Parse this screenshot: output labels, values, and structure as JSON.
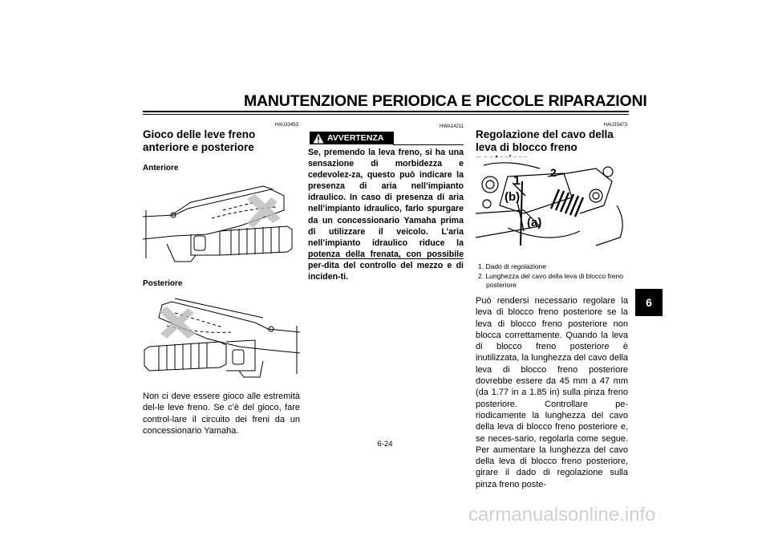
{
  "header": {
    "title": "MANUTENZIONE PERIODICA E PICCOLE RIPARAZIONI"
  },
  "left": {
    "code": "HAU33453",
    "heading": "Gioco delle leve freno anteriore e posteriore",
    "front_label": "Anteriore",
    "rear_label": "Posteriore",
    "body": "Non ci deve essere gioco alle estremità del-le leve freno. Se c’è del gioco, fare control-lare il circuito dei freni da un concessionario Yamaha."
  },
  "middle": {
    "code": "HWA14211",
    "warning_label": "AVVERTENZA",
    "warning_text": "Se, premendo la leva freno, si ha una sensazione di morbidezza e cedevolez-za, questo può indicare la presenza di aria nell’impianto idraulico. In caso di presenza di aria nell’impianto idraulico, farlo spurgare da un concessionario Yamaha prima di utilizzare il veicolo. L’aria nell’impianto idraulico riduce la potenza della frenata, con possibile per-dita del controllo del mezzo e di inciden-ti."
  },
  "right": {
    "code": "HAU33473",
    "heading": "Regolazione del cavo della leva di blocco freno posteriore",
    "fig_labels": {
      "n1": "1",
      "n2": "2",
      "a": "(a)",
      "b": "(b)"
    },
    "caption1": "1. Dado di regolazione",
    "caption2": "2. Lunghezza del cavo della leva di blocco freno posteriore",
    "body": "Può rendersi necessario regolare la leva di blocco freno posteriore se la leva di blocco freno posteriore non blocca correttamente. Quando la leva di blocco freno posteriore è inutilizzata, la lunghezza del cavo della leva di blocco freno posteriore dovrebbe essere da 45 mm a 47 mm (da 1.77 in a 1.85 in) sulla pinza freno posteriore. Controllare pe-riodicamente la lunghezza del cavo della leva di blocco freno posteriore e, se neces-sario, regolarla come segue. Per aumentare la lunghezza del cavo della leva di blocco freno posteriore, girare il dado di regolazione sulla pinza freno poste-"
  },
  "tab": {
    "number": "6"
  },
  "footer": {
    "page": "6-24"
  },
  "watermark": {
    "text": "carmanualsonline.info"
  }
}
